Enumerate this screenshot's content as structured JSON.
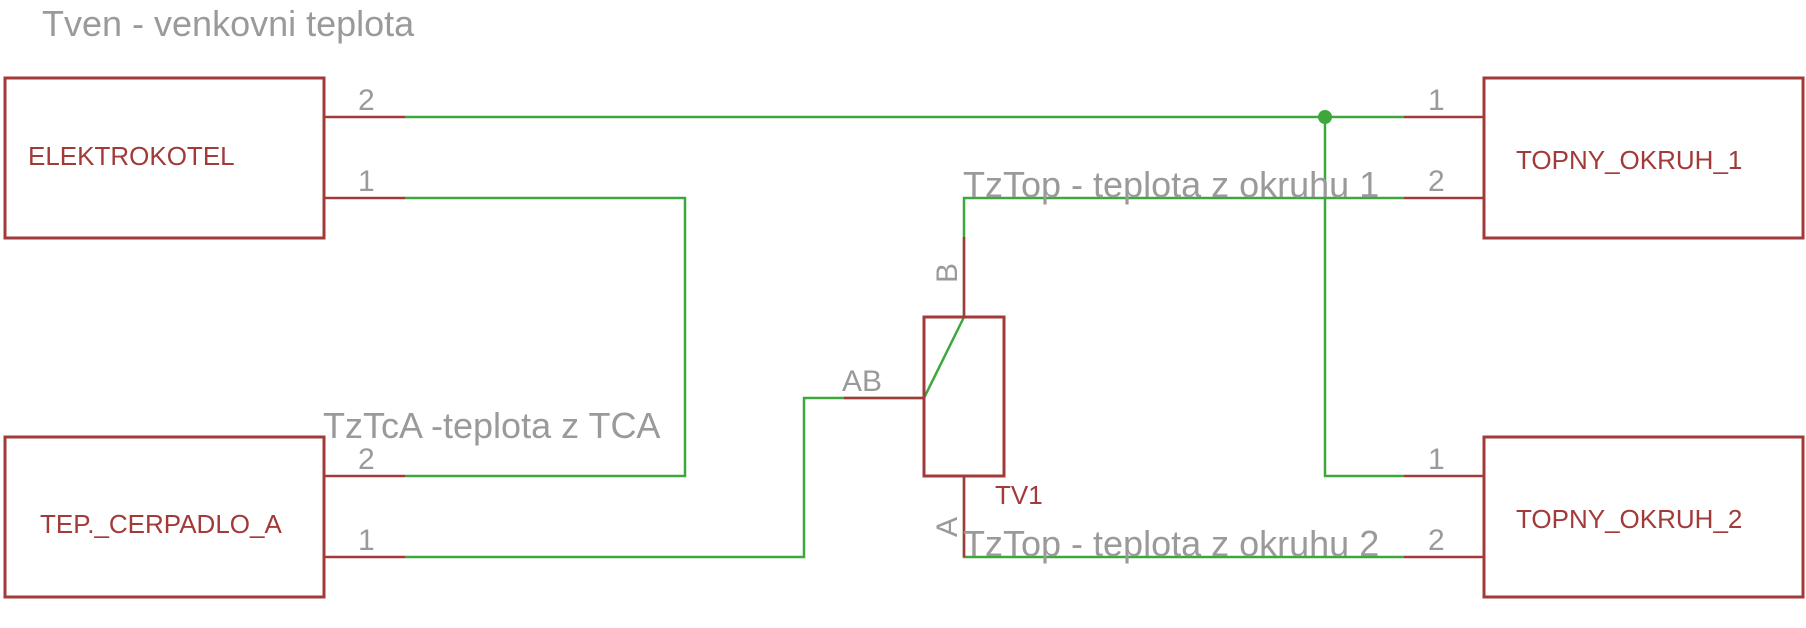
{
  "title": "Tven - venkovni teplota",
  "components": {
    "elektrokotel": {
      "name": "ELEKTROKOTEL",
      "pin_top": "2",
      "pin_bottom": "1"
    },
    "tep_cerpadlo_a": {
      "name": "TEP._CERPADLO_A",
      "pin_top": "2",
      "pin_bottom": "1"
    },
    "topny_okruh_1": {
      "name": "TOPNY_OKRUH_1",
      "pin_top": "1",
      "pin_bottom": "2"
    },
    "topny_okruh_2": {
      "name": "TOPNY_OKRUH_2",
      "pin_top": "1",
      "pin_bottom": "2"
    },
    "valve": {
      "name": "TV1",
      "pin_ab": "AB",
      "pin_a": "A",
      "pin_b": "B"
    }
  },
  "notes": {
    "tztca": "TzTcA -teplota z TCA",
    "tztop1": "TzTop - teplota z okruhu 1",
    "tztop2": "TzTop - teplota z okruhu 2"
  },
  "colors": {
    "component": "#a33a3a",
    "wire": "#3ca83c",
    "text": "#9a9a9a"
  }
}
